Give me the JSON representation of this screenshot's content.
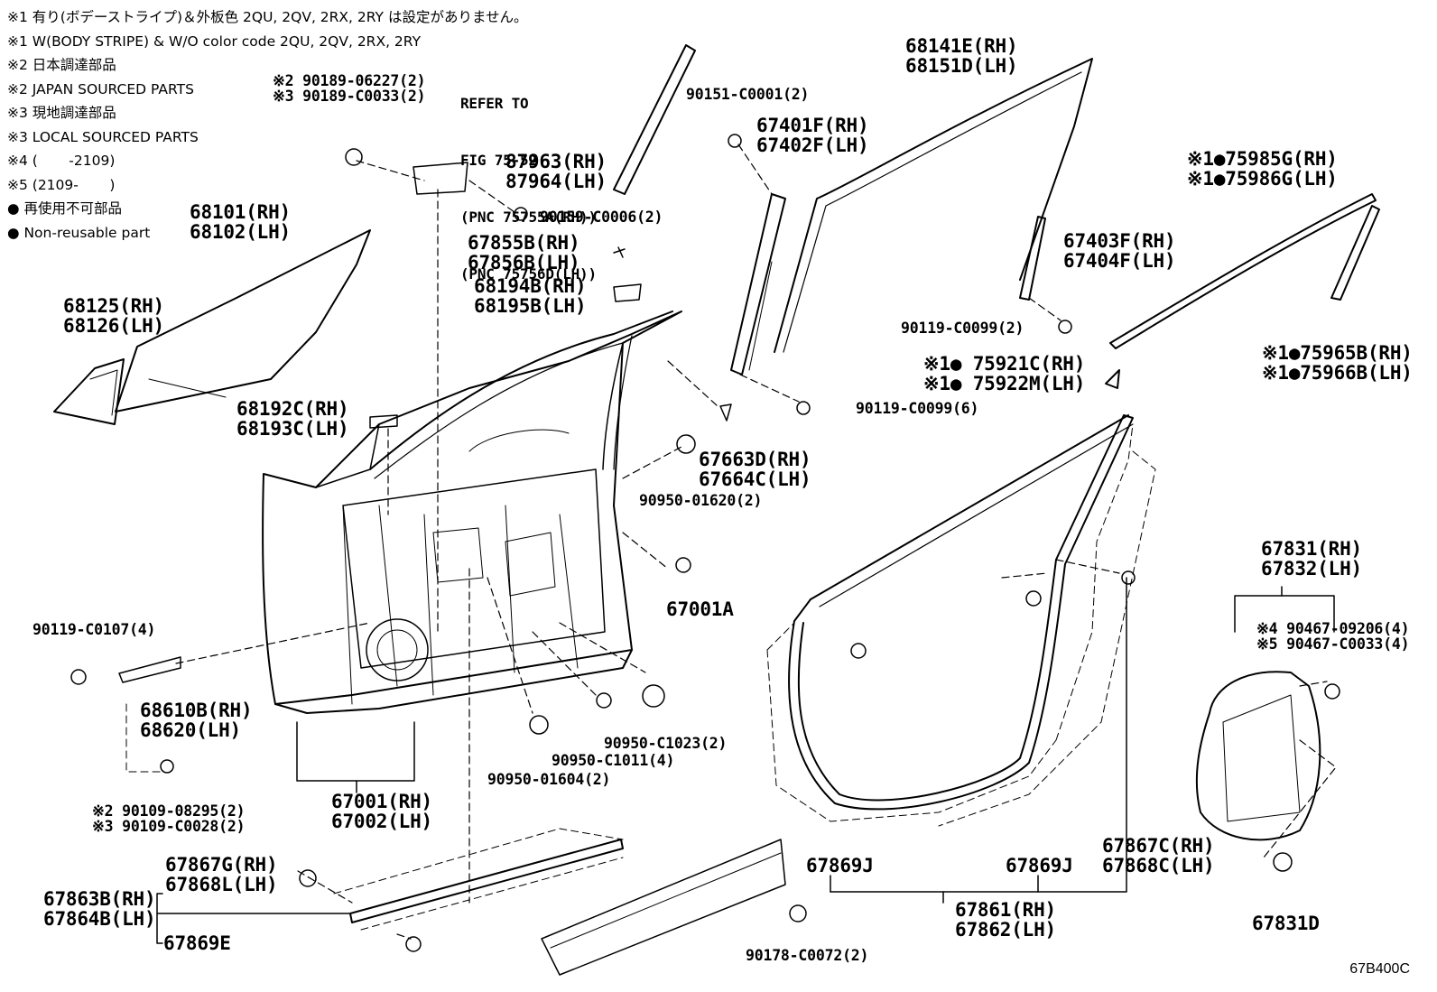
{
  "notes": [
    "※1 有り(ボデーストライプ)＆外板色 2QU, 2QV, 2RX, 2RY は設定がありません。",
    "※1 W(BODY STRIPE) & W/O color code 2QU, 2QV, 2RX, 2RY",
    "※2 日本調達部品",
    "※2 JAPAN SOURCED PARTS",
    "※3 現地調達部品",
    "※3 LOCAL SOURCED PARTS",
    "※4 (       -2109)",
    "※5 (2109-       )",
    "● 再使用不可部品",
    "● Non-reusable part"
  ],
  "reference": {
    "line1": "REFER TO",
    "line2": "FIG 75-52",
    "line3": "(PNC 75755A(RH))",
    "line4": "(PNC 75756D(LH))"
  },
  "parts": {
    "p68101": [
      "68101(RH)",
      "68102(LH)"
    ],
    "p68125": [
      "68125(RH)",
      "68126(LH)"
    ],
    "p90189": [
      "※2 90189-06227(2)",
      "※3 90189-C0033(2)"
    ],
    "p87963": [
      "87963(RH)",
      "87964(LH)"
    ],
    "p90159": "90159-C0006(2)",
    "p67855": [
      "67855B(RH)",
      "67856B(LH)"
    ],
    "p68194": [
      "68194B(RH)",
      "68195B(LH)"
    ],
    "p68192": [
      "68192C(RH)",
      "68193C(LH)"
    ],
    "p68141": [
      "68141E(RH)",
      "68151D(LH)"
    ],
    "p90151": "90151-C0001(2)",
    "p67401": [
      "67401F(RH)",
      "67402F(LH)"
    ],
    "p67403": [
      "67403F(RH)",
      "67404F(LH)"
    ],
    "p90119a": "90119-C0099(2)",
    "p75985": [
      "※1●75985G(RH)",
      "※1●75986G(LH)"
    ],
    "p75921": [
      "※1● 75921C(RH)",
      "※1● 75922M(LH)"
    ],
    "p75965": [
      "※1●75965B(RH)",
      "※1●75966B(LH)"
    ],
    "p90119b": "90119-C0099(6)",
    "p67663": [
      "67663D(RH)",
      "67664C(LH)"
    ],
    "p90950a": "90950-01620(2)",
    "p67001A": "67001A",
    "p90119c": "90119-C0107(4)",
    "p68610": [
      "68610B(RH)",
      "68620(LH)"
    ],
    "p90109": [
      "※2 90109-08295(2)",
      "※3 90109-C0028(2)"
    ],
    "p67001": [
      "67001(RH)",
      "67002(LH)"
    ],
    "p90950b": "90950-C1023(2)",
    "p90950c": "90950-C1011(4)",
    "p90950d": "90950-01604(2)",
    "p67867G": [
      "67867G(RH)",
      "67868L(LH)"
    ],
    "p67863": [
      "67863B(RH)",
      "67864B(LH)"
    ],
    "p67869E": "67869E",
    "p90178": "90178-C0072(2)",
    "p67869Ja": "67869J",
    "p67869Jb": "67869J",
    "p67861": [
      "67861(RH)",
      "67862(LH)"
    ],
    "p67867C": [
      "67867C(RH)",
      "67868C(LH)"
    ],
    "p67831": [
      "67831(RH)",
      "67832(LH)"
    ],
    "p90467": [
      "※4 90467-09206(4)",
      "※5 90467-C0033(4)"
    ],
    "p67831D": "67831D"
  },
  "figure_code": "67B400C"
}
